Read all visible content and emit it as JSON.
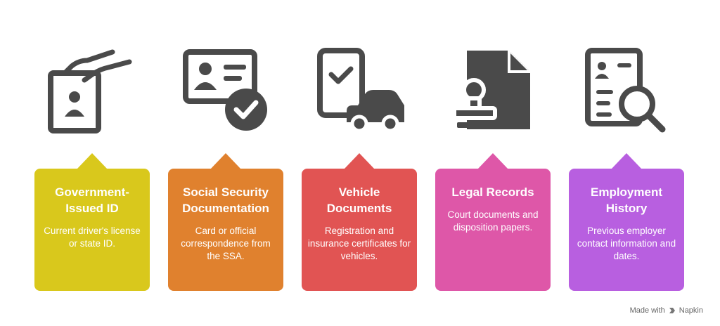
{
  "items": [
    {
      "title": "Government-Issued ID",
      "text": "Current driver's license or state ID.",
      "color": "#D9C81C",
      "icon": "id-badge-icon"
    },
    {
      "title": "Social Security Documentation",
      "text": "Card or official correspondence from the SSA.",
      "color": "#E0812E",
      "icon": "id-card-check-icon"
    },
    {
      "title": "Vehicle Documents",
      "text": "Registration and insurance certificates for vehicles.",
      "color": "#E15453",
      "icon": "vehicle-document-icon"
    },
    {
      "title": "Legal Records",
      "text": "Court documents and disposition papers.",
      "color": "#DE57A8",
      "icon": "legal-stamp-document-icon"
    },
    {
      "title": "Employment History",
      "text": "Previous employer contact information and dates.",
      "color": "#B85FE0",
      "icon": "resume-search-icon"
    }
  ],
  "footer": {
    "made_with": "Made with",
    "brand": "Napkin",
    "icon": "napkin-logo-icon"
  }
}
